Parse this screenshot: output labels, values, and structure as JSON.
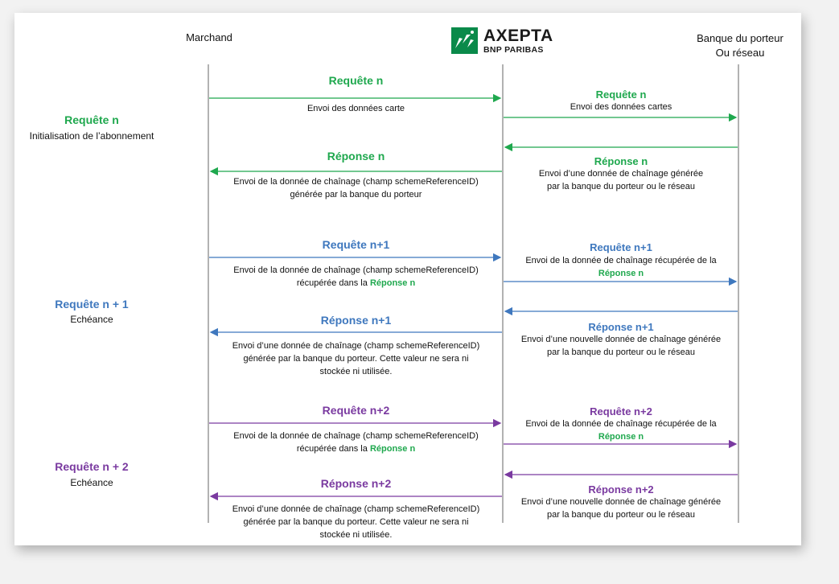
{
  "header": {
    "merchant": "Marchand",
    "bank_line1": "Banque du porteur",
    "bank_line2": "Ou réseau",
    "logo_name": "AXEPTA",
    "logo_sub": "BNP PARIBAS"
  },
  "colors": {
    "green": "#1fa84e",
    "blue": "#3f78be",
    "purple": "#7a3aa0"
  },
  "left_labels": {
    "req_n_title": "Requête n",
    "req_n_sub": "Initialisation de l’abonnement",
    "req_n1_title": "Requête n + 1",
    "req_n1_sub": "Echéance",
    "req_n2_title": "Requête n + 2",
    "req_n2_sub": "Echéance"
  },
  "flow_n": {
    "req_title": "Requête n",
    "req_text": "Envoi des données carte",
    "req_right_title": "Requête n",
    "req_right_text": "Envoi des données cartes",
    "resp_title": "Réponse n",
    "resp_text1": "Envoi de la donnée de chaînage (champ schemeReferenceID)",
    "resp_text2": "générée par la banque du porteur",
    "resp_right_title": "Réponse n",
    "resp_right_text1": "Envoi d’une donnée de chaînage générée",
    "resp_right_text2": "par la banque du porteur ou le réseau"
  },
  "flow_n1": {
    "req_title": "Requête n+1",
    "req_text1": "Envoi de la donnée de chaînage (champ schemeReferenceID)",
    "req_text2": "récupérée dans la ",
    "req_text2_ref": "Réponse n",
    "req_right_title": "Requête n+1",
    "req_right_text1": "Envoi de la donnée de chaînage récupérée de la",
    "req_right_ref": "Réponse n",
    "resp_title": "Réponse n+1",
    "resp_text1": "Envoi d’une donnée de chaînage (champ schemeReferenceID)",
    "resp_text2": "générée par la banque du porteur. Cette valeur ne sera ni",
    "resp_text3": "stockée ni utilisée.",
    "resp_right_title": "Réponse n+1",
    "resp_right_text1": "Envoi d’une nouvelle donnée de chaînage générée",
    "resp_right_text2": "par la banque du porteur ou le réseau"
  },
  "flow_n2": {
    "req_title": "Requête n+2",
    "req_text1": "Envoi de la donnée de chaînage (champ schemeReferenceID)",
    "req_text2": "récupérée dans la ",
    "req_text2_ref": "Réponse n",
    "req_right_title": "Requête n+2",
    "req_right_text1": "Envoi de la donnée de chaînage récupérée de la",
    "req_right_ref": "Réponse n",
    "resp_title": "Réponse n+2",
    "resp_text1": "Envoi d’une donnée de chaînage (champ schemeReferenceID)",
    "resp_text2": "générée par la banque du porteur. Cette valeur ne sera ni",
    "resp_text3": "stockée ni utilisée.",
    "resp_right_title": "Réponse n+2",
    "resp_right_text1": "Envoi d’une nouvelle donnée de chaînage générée",
    "resp_right_text2": "par la banque du porteur ou le réseau"
  }
}
